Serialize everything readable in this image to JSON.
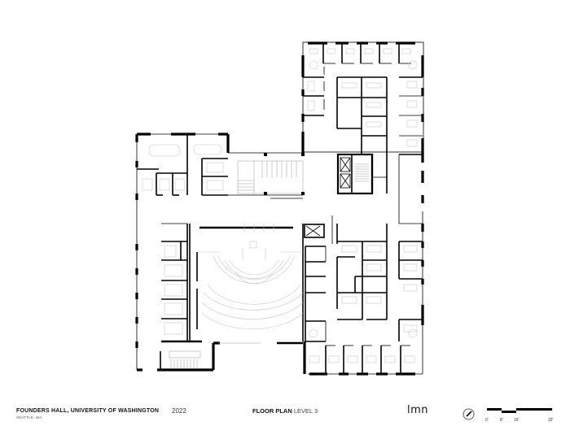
{
  "drawing": {
    "type": "architectural floor plan",
    "wings": [
      "north-east office wing",
      "west wing",
      "central auditorium",
      "south-east office wing"
    ],
    "rooms": {
      "auditorium": "tiered semicircular seating",
      "stairs": [
        "central stair",
        "east core stair",
        "south-west stair"
      ],
      "elevators": [
        "east core elevators",
        "central elevator"
      ]
    }
  },
  "footer": {
    "project_title": "FOUNDERS HALL, UNIVERSITY OF WASHINGTON",
    "location": "SEATTLE, WA",
    "year": "2022",
    "plan_label": "FLOOR PLAN",
    "level": "LEVEL 3",
    "logo": "lmn",
    "north_arrow_icon": "north-arrow-icon",
    "scale": {
      "ticks": [
        "0'",
        "8'",
        "16'",
        "32'"
      ]
    }
  },
  "colors": {
    "wall": "#000000",
    "furniture": "#c8c8c8",
    "background": "#ffffff"
  }
}
